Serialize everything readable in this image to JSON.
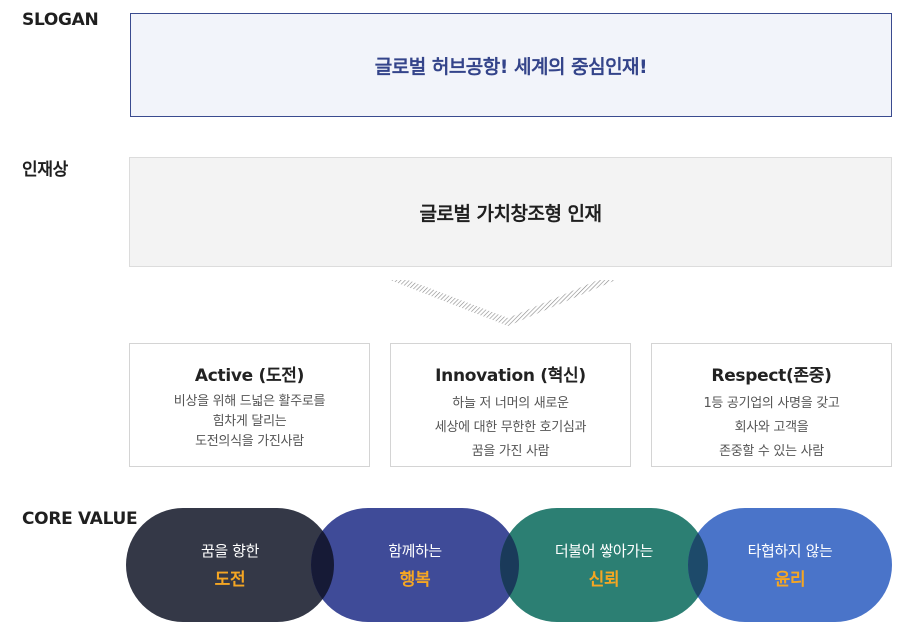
{
  "labels": {
    "slogan": "SLOGAN",
    "talent": "인재상",
    "core": "CORE VALUE"
  },
  "slogan": {
    "text": "글로벌 허브공항! 세계의 중심인재!"
  },
  "talent": {
    "text": "글로벌 가치창조형 인재"
  },
  "values": [
    {
      "title": "Active (도전)",
      "lines": [
        "비상을 위해 드넓은 활주로를",
        "힘차게 달리는",
        "도전의식을 가진사람"
      ]
    },
    {
      "title": "Innovation (혁신)",
      "lines": [
        "하늘 저 너머의 새로운",
        "세상에 대한 무한한 호기심과",
        "꿈을 가진 사람"
      ]
    },
    {
      "title": "Respect(존중)",
      "lines": [
        "1등 공기업의 사명을 갖고",
        "회사와 고객을",
        "존중할 수 있는 사람"
      ]
    }
  ],
  "core_values": [
    {
      "sub": "꿈을 향한",
      "main": "도전"
    },
    {
      "sub": "함께하는",
      "main": "행복"
    },
    {
      "sub": "더불어 쌓아가는",
      "main": "신뢰"
    },
    {
      "sub": "타협하지 않는",
      "main": "윤리"
    }
  ],
  "colors": {
    "slogan_border": "#3a4b8f",
    "slogan_text": "#34448a",
    "accent_orange": "#f5a623",
    "pill_1": "#343847",
    "pill_2": "#3f4b98",
    "pill_3": "#2c7f73",
    "pill_4": "#4a74c9"
  }
}
